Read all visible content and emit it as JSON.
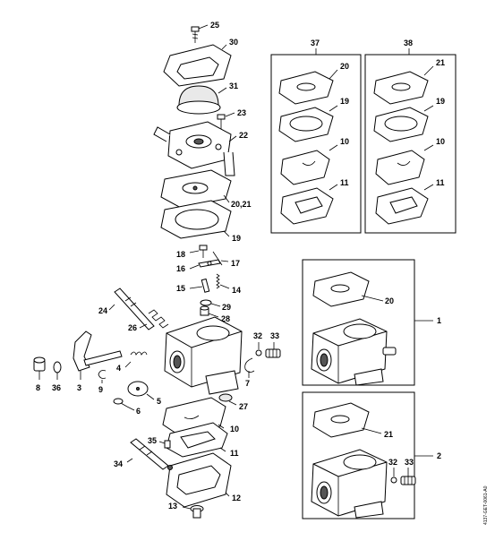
{
  "diagram": {
    "doc_code": "4137-GET-0061-A0",
    "callouts": {
      "c25": "25",
      "c30": "30",
      "c31": "31",
      "c23": "23",
      "c22": "22",
      "c2021": "20,21",
      "c19main": "19",
      "c18": "18",
      "c17": "17",
      "c16": "16",
      "c15": "15",
      "c14": "14",
      "c29": "29",
      "c28": "28",
      "c24": "24",
      "c26": "26",
      "c32": "32",
      "c33": "33",
      "c7": "7",
      "c8": "8",
      "c36": "36",
      "c3": "3",
      "c9": "9",
      "c4": "4",
      "c5": "5",
      "c6": "6",
      "c27": "27",
      "c10main": "10",
      "c11main": "11",
      "c35": "35",
      "c34": "34",
      "c12": "12",
      "c13": "13"
    },
    "kit37": {
      "title": "37",
      "labels": {
        "a": "20",
        "b": "19",
        "c": "10",
        "d": "11"
      }
    },
    "kit38": {
      "title": "38",
      "labels": {
        "a": "21",
        "b": "19",
        "c": "10",
        "d": "11"
      }
    },
    "assembly1": {
      "label": "1",
      "gasket": "20"
    },
    "assembly2": {
      "label": "2",
      "gasket": "21",
      "c32": "32",
      "c33": "33"
    }
  }
}
